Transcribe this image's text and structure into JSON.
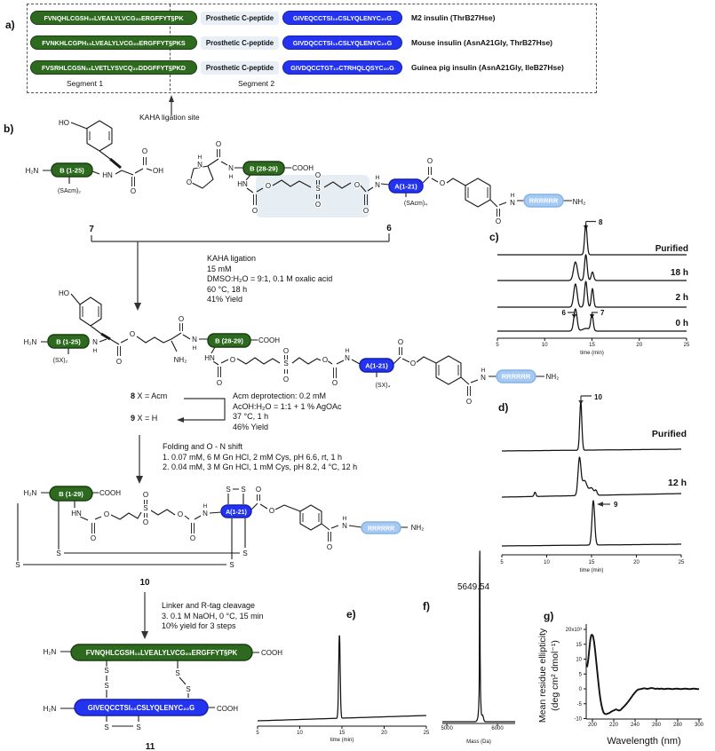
{
  "panel_labels": {
    "a": "a)",
    "b": "b)",
    "c": "c)",
    "d": "d)",
    "e": "e)",
    "f": "f)",
    "g": "g)"
  },
  "panel_a": {
    "rows": [
      {
        "segment1": "FVNQHLCGSH₁₀LVEALYLVCG₂₀ERGFFYT§PK",
        "middle": "Prosthetic C-peptide",
        "segment2": "GIVEQCCTSI₁₀CSLYQLENYC₂₀G",
        "name": "M2 insulin (ThrB27Hse)"
      },
      {
        "segment1": "FVNKHLCGPH₁₀LVEALYLVCG₂₀ERGFFYT§PKS",
        "middle": "Prosthetic C-peptide",
        "segment2": "GIVDQCCTSI₁₀CSLYQLENYC₂₀G",
        "name": "Mouse insulin (AsnA21Gly, ThrB27Hse)"
      },
      {
        "segment1": "FVSRHLCGSN₁₀LVETLYSVCQ₂₀DDGFFYT§PKD",
        "middle": "Prosthetic C-peptide",
        "segment2": "GIVDQCCTGT₁₀CTRHQLQSYC₂₀G",
        "name": "Guinea pig insulin (AsnA21Gly, IleB27Hse)"
      }
    ],
    "segment1_label": "Segment 1",
    "segment2_label": "Segment 2"
  },
  "labels": {
    "HO": "HO",
    "H2N": "H₂N",
    "HN": "HN",
    "N": "N",
    "H": "H",
    "O": "O",
    "OH": "OH",
    "S": "S",
    "COOH": "COOH",
    "NH2": "NH₂",
    "SAcm2": "(SAcm)₂",
    "SAcm4": "(SAcm)₄",
    "SX2": "(SX)₂",
    "SX4": "(SX)₄",
    "B125": "B (1-25)",
    "B2829": "B (28-29)",
    "B129": "B (1-29)",
    "A121": "A(1-21)",
    "R6": "RRRRRR",
    "n6": "6",
    "n7": "7",
    "n8": "8",
    "n9": "9",
    "n10": "10",
    "n11": "11"
  },
  "structure11": {
    "b_chain": "FVNQHLCGSH₁₀LVEALYLVCG₂₀ERGFFYT§PK",
    "a_chain": "GIVEQCCTSI₁₀CSLYQLENYC₂₀G"
  },
  "steps": {
    "kaha_site": "KAHA ligation site",
    "kaha": [
      "KAHA ligation",
      "15 mM",
      "DMSO:H₂O = 9:1, 0.1 M oxalic acid",
      "60 °C, 18 h",
      "41% Yield"
    ],
    "x8_num": "8",
    "x8_rest": " X = Acm",
    "x9_num": "9",
    "x9_rest": " X = H",
    "acm": [
      "Acm deprotection: 0.2 mM",
      "AcOH:H₂O = 1:1 + 1 % AgOAc",
      "37 °C, 1 h",
      "46% Yield"
    ],
    "folding": [
      "Folding and O - N shift",
      "1. 0.07 mM, 6 M Gn HCl, 2 mM Cys, pH 6.6, rt, 1 h",
      "2. 0.04 mM, 3 M Gn HCl, 1 mM Cys, pH 8.2, 4 °C, 12 h"
    ],
    "cleavage": [
      "Linker and R-tag cleavage",
      "3. 0.1 M NaOH, 0 °C, 15 min",
      "10% yield for 3 steps"
    ]
  },
  "colors": {
    "chain_b_green": "#2d6a1f",
    "chain_a_blue": "#2433ef",
    "rtag_light_blue": "#a6c9f2",
    "prosthetic_bg": "#e9eff7",
    "linker_highlight": "#e6edf3",
    "trace_black": "#111111"
  },
  "chart_data": [
    {
      "id": "c",
      "type": "line",
      "xlabel": "time (min)",
      "xlim": [
        5,
        25
      ],
      "xticks": [
        5,
        10,
        15,
        20,
        25
      ],
      "traces": [
        {
          "label": "Purified",
          "peaks": [
            {
              "x": 14.35,
              "h": 1.0,
              "w": 0.13
            }
          ]
        },
        {
          "label": "18 h",
          "peaks": [
            {
              "x": 13.25,
              "h": 0.72,
              "w": 0.2
            },
            {
              "x": 14.35,
              "h": 1.0,
              "w": 0.14
            },
            {
              "x": 15.05,
              "h": 0.33,
              "w": 0.13
            }
          ]
        },
        {
          "label": "2 h",
          "peaks": [
            {
              "x": 13.25,
              "h": 0.9,
              "w": 0.18
            },
            {
              "x": 14.35,
              "h": 1.0,
              "w": 0.14
            },
            {
              "x": 15.05,
              "h": 0.72,
              "w": 0.12
            }
          ]
        },
        {
          "label": "0 h",
          "peaks": [
            {
              "x": 13.25,
              "h": 1.0,
              "w": 0.17
            },
            {
              "x": 14.4,
              "h": 0.12,
              "w": 0.4
            },
            {
              "x": 15.0,
              "h": 0.72,
              "w": 0.13
            }
          ]
        }
      ],
      "annotations": [
        {
          "label": "8",
          "points_to": "peak at 14.3 min"
        },
        {
          "label": "6",
          "points_to": "peak at 13.2 min"
        },
        {
          "label": "7",
          "points_to": "peak at 15.0 min"
        }
      ]
    },
    {
      "id": "d",
      "type": "line",
      "xlabel": "time (min)",
      "xlim": [
        5,
        25
      ],
      "xticks": [
        5,
        10,
        15,
        20,
        25
      ],
      "traces": [
        {
          "label": "Purified",
          "peaks": [
            {
              "x": 13.8,
              "h": 1.0,
              "w": 0.12
            }
          ]
        },
        {
          "label": "12 h",
          "peaks": [
            {
              "x": 8.7,
              "h": 0.12,
              "w": 0.1
            },
            {
              "x": 13.65,
              "h": 1.0,
              "w": 0.16
            },
            {
              "x": 14.2,
              "h": 0.42,
              "w": 0.3
            },
            {
              "x": 15.0,
              "h": 0.2,
              "w": 0.25
            },
            {
              "x": 15.5,
              "h": 0.12,
              "w": 0.12
            }
          ]
        },
        {
          "label": "",
          "peaks": [
            {
              "x": 15.2,
              "h": 1.0,
              "w": 0.15
            }
          ]
        }
      ],
      "annotations": [
        {
          "label": "10",
          "points_to": "peak at 13.8 min"
        },
        {
          "label": "9",
          "points_to": "peak at 15.2 min"
        }
      ]
    },
    {
      "id": "e",
      "type": "line",
      "xlabel": "time (min)",
      "xlim": [
        5,
        25
      ],
      "xticks": [
        5,
        10,
        15,
        20,
        25
      ],
      "traces": [
        {
          "label": "",
          "peaks": [
            {
              "x": 14.7,
              "h": 1.0,
              "w": 0.09
            }
          ]
        }
      ]
    },
    {
      "id": "f",
      "type": "line",
      "xlabel": "Mass (Da)",
      "xlim": [
        4910,
        6350
      ],
      "xticks": [
        5000,
        6000
      ],
      "peak_label": "5649.54",
      "traces": [
        {
          "label": "",
          "peaks": [
            {
              "x": 5650,
              "h": 1.0,
              "w": 5
            },
            {
              "x": 5653,
              "h": 0.28,
              "w": 14
            },
            {
              "x": 5640,
              "h": 0.06,
              "w": 25
            },
            {
              "x": 5705,
              "h": 0.05,
              "w": 18
            }
          ]
        }
      ]
    },
    {
      "id": "g",
      "type": "line",
      "xlabel": "Wavelength (nm)",
      "ylabel_line1": "Mean residue ellipticity",
      "ylabel_line2": "(deg cm² dmol⁻¹)",
      "xlim": [
        193,
        300
      ],
      "xticks": [
        200,
        220,
        240,
        260,
        280,
        300
      ],
      "yticks": [
        {
          "label": "20x10³",
          "v": 20
        },
        {
          "label": "15",
          "v": 15
        },
        {
          "label": "10",
          "v": 10
        },
        {
          "label": "5",
          "v": 5
        },
        {
          "label": "0",
          "v": 0
        },
        {
          "label": "-5",
          "v": -5
        },
        {
          "label": "-10",
          "v": -10
        }
      ],
      "y_units": "10³ deg cm² dmol⁻¹",
      "points": [
        [
          195,
          7.3
        ],
        [
          196,
          9.5
        ],
        [
          197,
          13
        ],
        [
          198,
          16.5
        ],
        [
          198.8,
          18
        ],
        [
          199.5,
          18.2
        ],
        [
          200.5,
          17.8
        ],
        [
          201.5,
          16
        ],
        [
          202.5,
          13
        ],
        [
          203.5,
          9.5
        ],
        [
          204.5,
          6
        ],
        [
          205.5,
          2.5
        ],
        [
          206.5,
          -0.8
        ],
        [
          207.5,
          -3.5
        ],
        [
          208.5,
          -5.5
        ],
        [
          209.5,
          -7
        ],
        [
          210.5,
          -8
        ],
        [
          211.5,
          -8.4
        ],
        [
          213,
          -8.5
        ],
        [
          214.5,
          -8.3
        ],
        [
          216,
          -8.1
        ],
        [
          217.5,
          -7.7
        ],
        [
          219,
          -7.4
        ],
        [
          220.5,
          -7.2
        ],
        [
          222,
          -6.9
        ],
        [
          223.5,
          -7.1
        ],
        [
          225,
          -7.3
        ],
        [
          226.5,
          -7.1
        ],
        [
          228,
          -6.5
        ],
        [
          230,
          -5.8
        ],
        [
          232,
          -5
        ],
        [
          234,
          -4.1
        ],
        [
          236,
          -3.1
        ],
        [
          238,
          -2.1
        ],
        [
          240,
          -1.2
        ],
        [
          241.5,
          -0.6
        ],
        [
          243,
          -0.2
        ],
        [
          245,
          -0.1
        ],
        [
          247,
          0.1
        ],
        [
          249,
          0.2
        ],
        [
          251,
          0
        ],
        [
          253,
          0.1
        ],
        [
          255,
          0.3
        ],
        [
          257,
          0.2
        ],
        [
          259,
          0
        ],
        [
          261,
          0.1
        ],
        [
          263,
          0
        ],
        [
          265,
          0.1
        ],
        [
          267,
          -0.1
        ],
        [
          269,
          0
        ],
        [
          271,
          0.1
        ],
        [
          273,
          0
        ],
        [
          275,
          -0.1
        ],
        [
          277,
          0
        ],
        [
          279,
          0.1
        ],
        [
          281,
          0
        ],
        [
          283,
          -0.1
        ],
        [
          285,
          0
        ],
        [
          287,
          0.1
        ],
        [
          289,
          0
        ],
        [
          291,
          -0.1
        ],
        [
          293,
          0
        ],
        [
          295,
          0.1
        ],
        [
          297,
          0
        ],
        [
          299,
          -0.1
        ],
        [
          300,
          0
        ]
      ]
    }
  ]
}
